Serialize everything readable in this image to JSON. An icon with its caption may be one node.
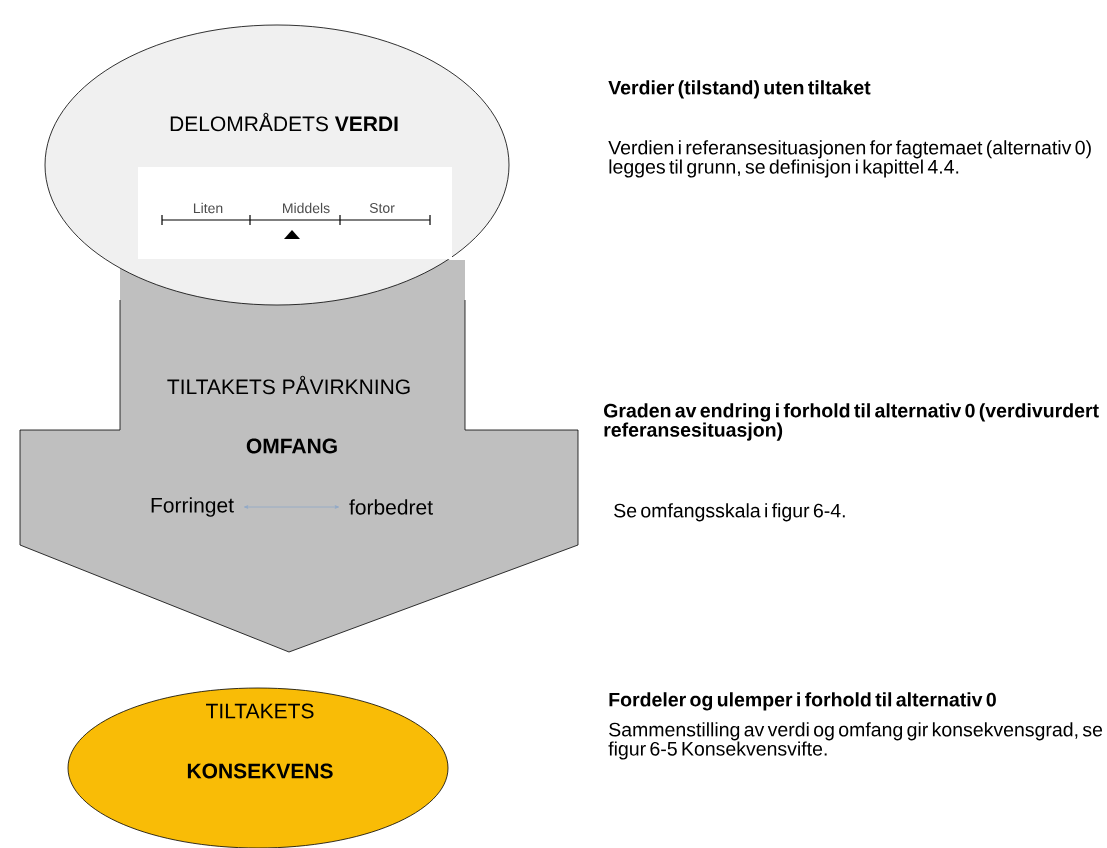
{
  "diagram": {
    "nodes": [
      {
        "text": [
          "DELOMRÅDETS **VERDI**"
        ]
      },
      {
        "text": [
          "Liten",
          "Middels",
          "Stor"
        ],
        "in": 0
      },
      {
        "text": [
          "TILTAKETS PÅVIRKNING",
          "OMFANG"
        ]
      },
      {
        "text": [
          "Forringet"
        ],
        "in": 2
      },
      {
        "text": [
          "forbedret"
        ],
        "in": 2
      },
      {
        "text": [
          "TILTAKETS",
          "KONSEKVENS"
        ]
      }
    ],
    "edges": [
      {
        "from": 3,
        "to": 4,
        "arrow": "both",
        "color": "#8fa8c8"
      }
    ],
    "labels": [
      "Verdier (tilstand) uten tiltaket",
      "Verdien i referansesituasjonen for fagtemaet (alternativ 0) legges til grunn, se definisjon i kapittel 4.4.",
      "Graden av endring i forhold til alternativ 0 (verdivurdert referansesituasjon)",
      "Se omfangsskala i figur 6-4.",
      "Fordeler og ulemper i forhold til alternativ 0",
      "Sammenstilling av verdi og omfang gir konsekvensgrad, se figur 6-5 Konsekvensvifte."
    ]
  }
}
